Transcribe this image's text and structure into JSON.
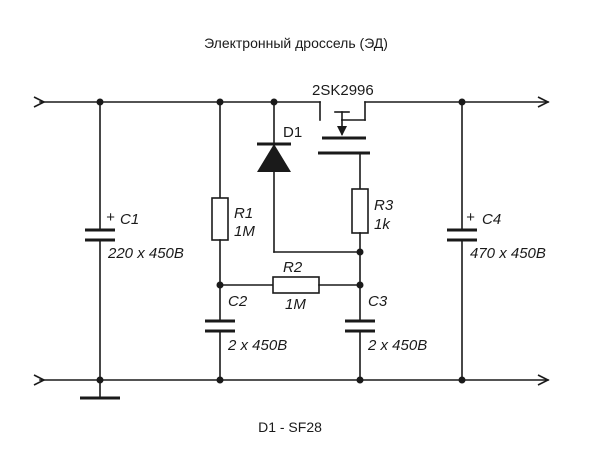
{
  "title": "Электронный дроссель (ЭД)",
  "footer": "D1 - SF28",
  "transistor": {
    "label": "2SK2996"
  },
  "components": {
    "d1": {
      "label": "D1"
    },
    "r1": {
      "name": "R1",
      "value": "1M"
    },
    "r2": {
      "name": "R2",
      "value": "1M"
    },
    "r3": {
      "name": "R3",
      "value": "1k"
    },
    "c1": {
      "plus": "+",
      "name": "C1",
      "value": "220 x 450B"
    },
    "c2": {
      "name": "C2",
      "value": "2 x 450B"
    },
    "c3": {
      "name": "C3",
      "value": "2 x 450B"
    },
    "c4": {
      "plus": "+",
      "name": "C4",
      "value": "470 x 450B"
    }
  }
}
